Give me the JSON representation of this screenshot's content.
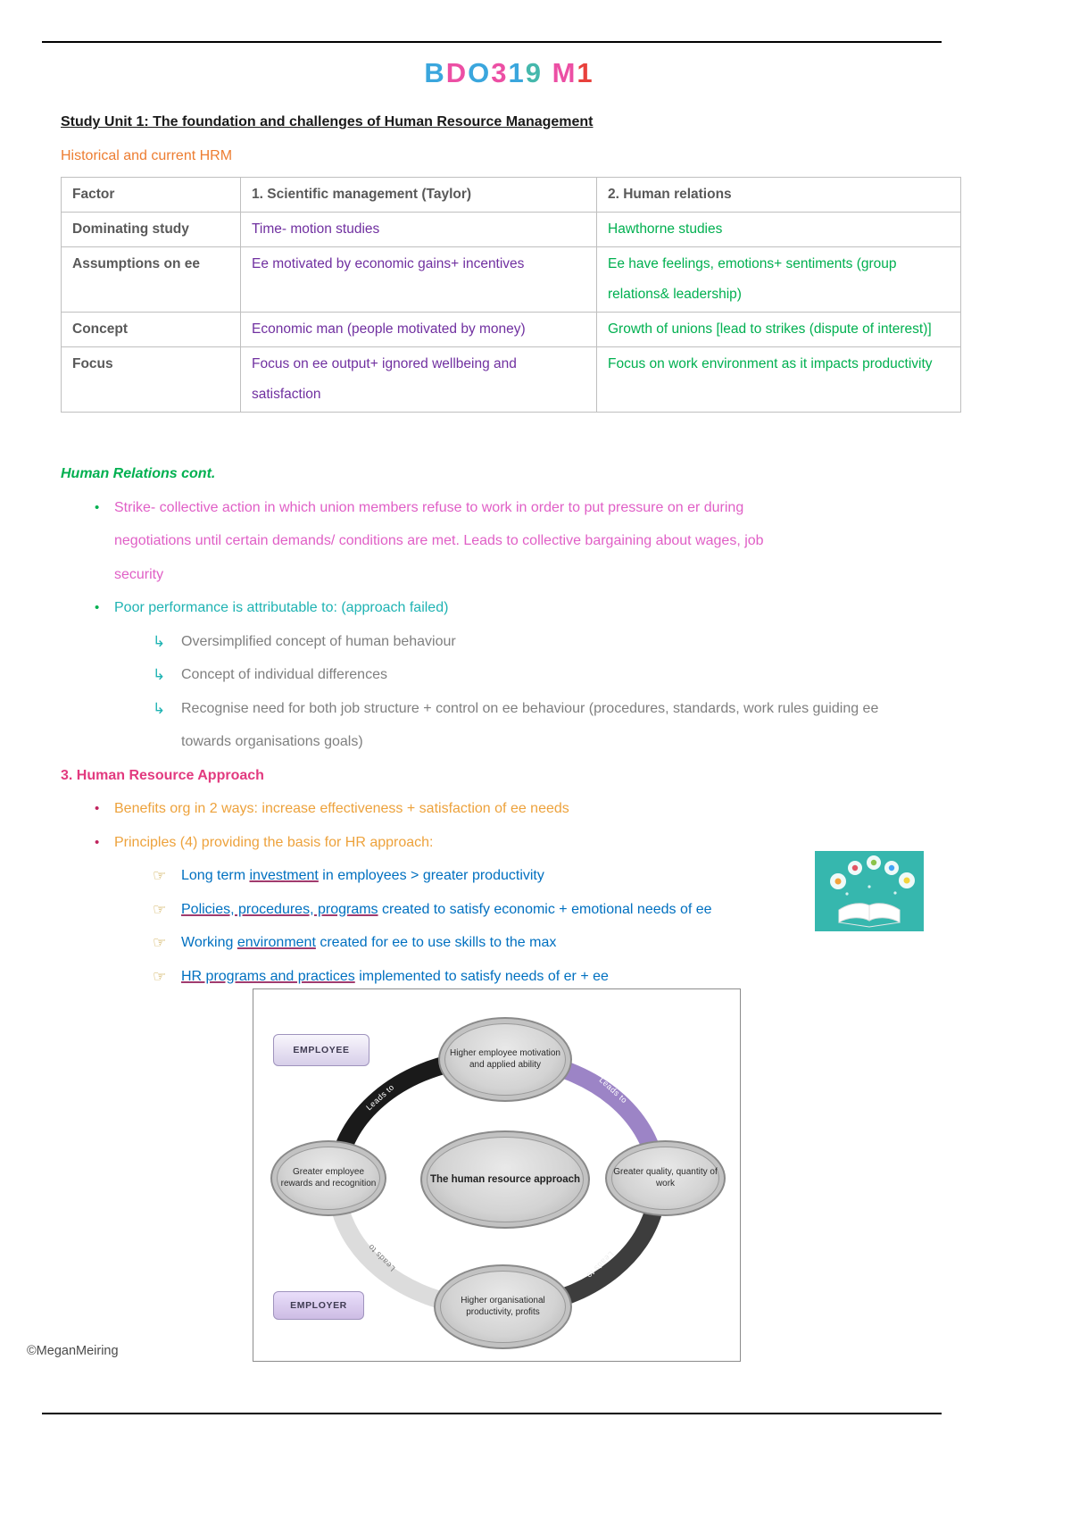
{
  "colors": {
    "purple": "#7030A0",
    "green": "#00B050",
    "orange": "#ED7D31",
    "pink": "#E05FC6",
    "teal": "#1FB3B3",
    "blue": "#0070C0",
    "heading_pink": "#E23A7F",
    "gray_note": "#7F7F7F"
  },
  "icons": {
    "bullet_dot": "•",
    "sub_arrow": "↳",
    "principle_pointer": "☞"
  },
  "header": {
    "title": "BDO319 M1",
    "title_letters": [
      {
        "ch": "B",
        "color": "#3AA6DD"
      },
      {
        "ch": "D",
        "color": "#EC4FA4"
      },
      {
        "ch": "O",
        "color": "#3AA6DD"
      },
      {
        "ch": "3",
        "color": "#EC4FA4"
      },
      {
        "ch": "1",
        "color": "#3AA6DD"
      },
      {
        "ch": "9",
        "color": "#45B8AC"
      },
      {
        "ch": " ",
        "color": "#000000"
      },
      {
        "ch": "M",
        "color": "#EC4FA4"
      },
      {
        "ch": "1",
        "color": "#E8413C"
      }
    ],
    "study_unit": "Study Unit 1: The foundation and challenges of Human Resource Management",
    "subheading": "Historical and current HRM"
  },
  "table": {
    "headers": [
      "Factor",
      "1. Scientific management (Taylor)",
      "2. Human relations"
    ],
    "rows": [
      {
        "factor": "Dominating study",
        "scientific": "Time- motion studies",
        "human": "Hawthorne studies"
      },
      {
        "factor": "Assumptions on ee",
        "scientific": "Ee motivated by economic gains+ incentives",
        "human": "Ee have feelings, emotions+ sentiments (group relations& leadership)"
      },
      {
        "factor": "Concept",
        "scientific": "Economic man (people motivated by money)",
        "human": "Growth of unions [lead to strikes (dispute of interest)]"
      },
      {
        "factor": "Focus",
        "scientific": "Focus on ee output+ ignored wellbeing and satisfaction",
        "human": "Focus on work environment as it impacts productivity"
      }
    ]
  },
  "human_relations": {
    "heading": "Human Relations cont.",
    "bullet1": "Strike- collective action in which union members refuse to work in order to put pressure on er during negotiations until certain demands/ conditions are met. Leads to collective bargaining about wages, job security",
    "bullet2": "Poor performance is attributable to: (approach failed)",
    "sub_bullets": [
      "Oversimplified concept of human behaviour",
      "Concept of individual differences",
      "Recognise need for both job structure + control on ee behaviour (procedures, standards, work rules guiding ee towards organisations goals)"
    ]
  },
  "hr_approach": {
    "heading": "3. Human Resource Approach",
    "bullet1": "Benefits org in 2 ways: increase effectiveness + satisfaction of ee needs",
    "bullet2": "Principles (4) providing the basis for HR approach:",
    "principles": [
      {
        "pre": "Long term ",
        "u": "investment",
        "post": " in employees > greater productivity"
      },
      {
        "pre": "",
        "u": "Policies, procedures, programs",
        "post": " created to satisfy economic + emotional needs of ee"
      },
      {
        "pre": "Working ",
        "u": "environment",
        "post": " created for ee to use skills to the max"
      },
      {
        "pre": "",
        "u": "HR programs and practices",
        "post": " implemented to satisfy needs of er + ee"
      }
    ]
  },
  "diagram": {
    "employee_label": "EMPLOYEE",
    "employer_label": "EMPLOYER",
    "arrow_label": "Leads to",
    "top": "Higher employee motivation and applied ability",
    "left": "Greater employee rewards and recognition",
    "center": "The human resource approach",
    "right": "Greater quality, quantity of work",
    "bottom": "Higher organisational productivity, profits"
  },
  "footer": {
    "credit": "©MeganMeiring"
  }
}
